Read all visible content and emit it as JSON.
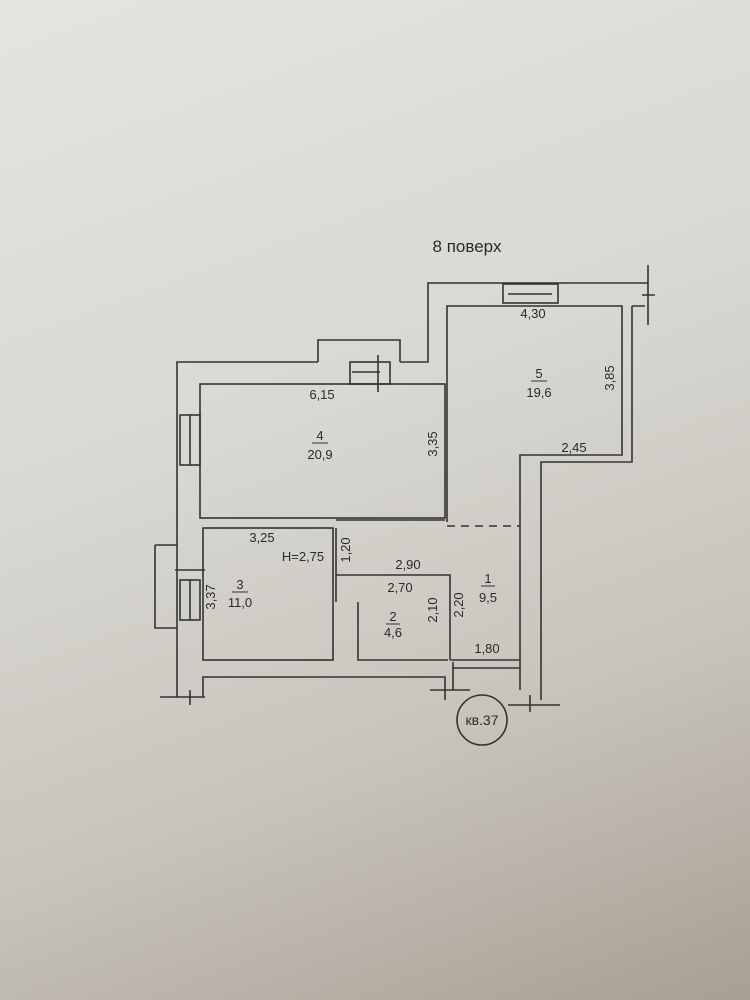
{
  "title": "8 поверх",
  "apartment_label": "кв.37",
  "ceiling_height": "H=2,75",
  "rooms": [
    {
      "number": "1",
      "area": "9,5"
    },
    {
      "number": "2",
      "area": "4,6"
    },
    {
      "number": "3",
      "area": "11,0"
    },
    {
      "number": "4",
      "area": "20,9"
    },
    {
      "number": "5",
      "area": "19,6"
    }
  ],
  "dimensions": {
    "room5_width": "4,30",
    "room5_depth": "3,85",
    "room5_step": "2,45",
    "room4_width": "6,15",
    "room4_depth": "3,35",
    "room3_width": "3,25",
    "room3_depth": "3,37",
    "hall_door": "1,20",
    "hall_width": "2,90",
    "room2_width": "2,70",
    "room2_depth": "2,10",
    "room1_depth": "2,20",
    "room1_width": "1,80"
  }
}
